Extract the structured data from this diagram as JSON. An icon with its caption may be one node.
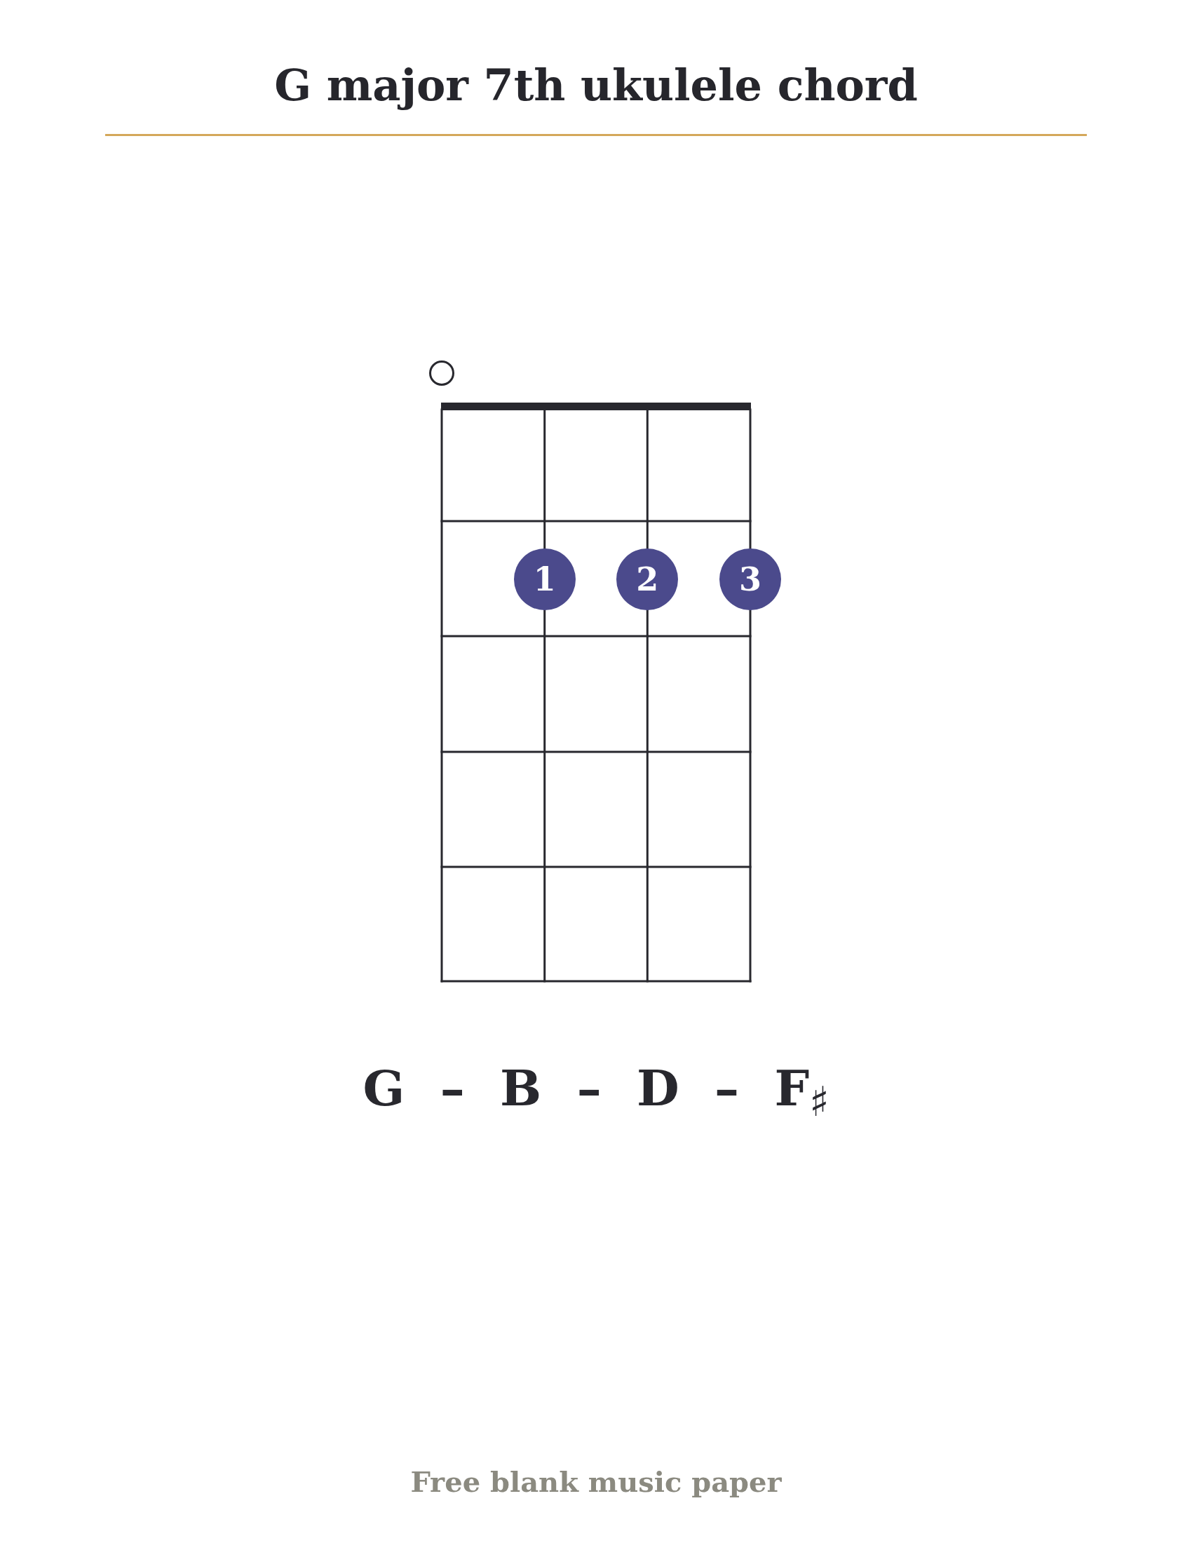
{
  "diagram": {
    "title": "G major 7th ukulele chord",
    "nodes": [
      {
        "text": [],
        "shape": "circle"
      },
      {
        "text": [
          "1"
        ]
      },
      {
        "text": [
          "2"
        ]
      },
      {
        "text": [
          "3"
        ]
      }
    ],
    "labels": [
      "G – B – D – F$_{♯}$",
      "Free blank music paper"
    ]
  }
}
